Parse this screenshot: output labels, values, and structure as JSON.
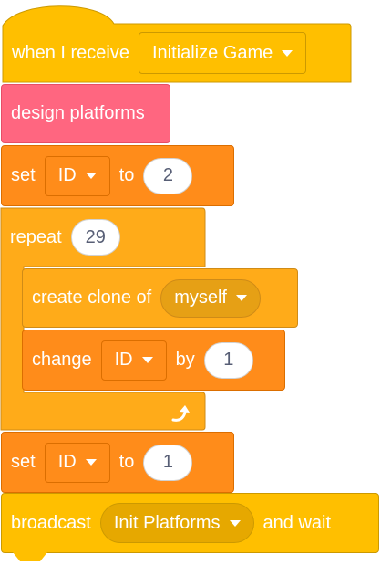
{
  "script": {
    "hat": {
      "label": "when I receive",
      "message": "Initialize Game"
    },
    "custom_block": {
      "label": "design platforms"
    },
    "set1": {
      "label": "set",
      "variable": "ID",
      "to_label": "to",
      "value": "2"
    },
    "repeat": {
      "label": "repeat",
      "count": "29"
    },
    "clone": {
      "label": "create clone of",
      "target": "myself"
    },
    "change": {
      "label": "change",
      "variable": "ID",
      "by_label": "by",
      "value": "1"
    },
    "set2": {
      "label": "set",
      "variable": "ID",
      "to_label": "to",
      "value": "1"
    },
    "broadcast": {
      "label": "broadcast",
      "message": "Init Platforms",
      "suffix": "and wait"
    }
  },
  "colors": {
    "events": "#ffbf00",
    "my_blocks": "#ff6680",
    "variables": "#ff8c1a",
    "control": "#ffab19"
  },
  "icons": {
    "repeat_arrow": "loop-arrow-icon",
    "dropdown": "caret-down-icon"
  }
}
